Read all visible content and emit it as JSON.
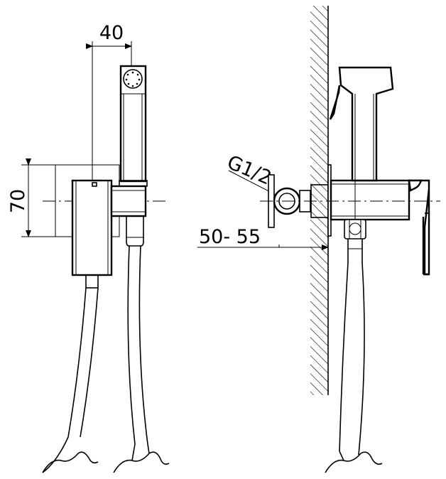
{
  "dimensions": {
    "width_label": "40",
    "height_label": "70",
    "thread_label": "G1/2",
    "depth_label": "50- 55"
  }
}
